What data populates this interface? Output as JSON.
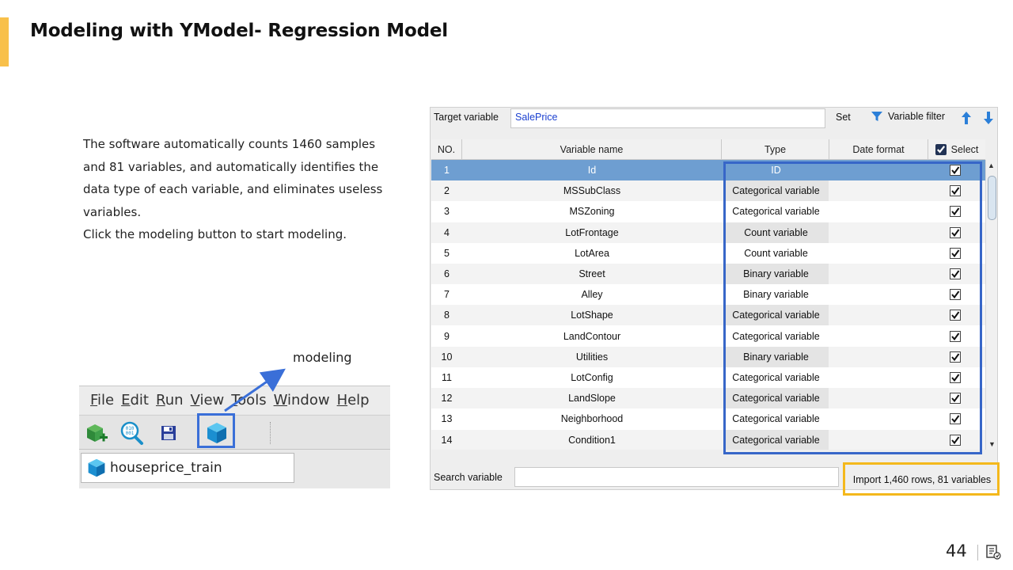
{
  "slide": {
    "title": "Modeling with YModel- Regression Model",
    "description_lines": [
      "The software automatically counts 1460 samples",
      "and 81 variables, and automatically identifies the",
      "data type of each variable, and eliminates useless",
      "variables.",
      "Click the modeling button to start modeling."
    ],
    "modeling_callout": "modeling",
    "page_number": "44",
    "accent_color": "#f8c04a",
    "highlight_blue": "#3766c8",
    "highlight_yellow": "#f4b81c"
  },
  "app": {
    "menu": [
      {
        "underline": "F",
        "rest": "ile"
      },
      {
        "underline": "E",
        "rest": "dit"
      },
      {
        "underline": "R",
        "rest": "un"
      },
      {
        "underline": "V",
        "rest": "iew"
      },
      {
        "underline": "T",
        "rest": "ools"
      },
      {
        "underline": "W",
        "rest": "indow"
      },
      {
        "underline": "H",
        "rest": "elp"
      }
    ],
    "toolbar_icons": [
      "new-model-icon",
      "search-data-icon",
      "save-icon",
      "modeling-cube-icon"
    ],
    "tab_label": "houseprice_train"
  },
  "dialog": {
    "target_label": "Target variable",
    "target_value": "SalePrice",
    "set_label": "Set",
    "filter_label": "Variable filter",
    "columns": [
      "NO.",
      "Variable name",
      "Type",
      "Date format",
      "Select"
    ],
    "rows": [
      {
        "no": "1",
        "name": "Id",
        "type": "ID",
        "checked": true,
        "selected": true
      },
      {
        "no": "2",
        "name": "MSSubClass",
        "type": "Categorical variable",
        "checked": true
      },
      {
        "no": "3",
        "name": "MSZoning",
        "type": "Categorical variable",
        "checked": true
      },
      {
        "no": "4",
        "name": "LotFrontage",
        "type": "Count variable",
        "checked": true
      },
      {
        "no": "5",
        "name": "LotArea",
        "type": "Count variable",
        "checked": true
      },
      {
        "no": "6",
        "name": "Street",
        "type": "Binary variable",
        "checked": true
      },
      {
        "no": "7",
        "name": "Alley",
        "type": "Binary variable",
        "checked": true
      },
      {
        "no": "8",
        "name": "LotShape",
        "type": "Categorical variable",
        "checked": true
      },
      {
        "no": "9",
        "name": "LandContour",
        "type": "Categorical variable",
        "checked": true
      },
      {
        "no": "10",
        "name": "Utilities",
        "type": "Binary variable",
        "checked": true
      },
      {
        "no": "11",
        "name": "LotConfig",
        "type": "Categorical variable",
        "checked": true
      },
      {
        "no": "12",
        "name": "LandSlope",
        "type": "Categorical variable",
        "checked": true
      },
      {
        "no": "13",
        "name": "Neighborhood",
        "type": "Categorical variable",
        "checked": true
      },
      {
        "no": "14",
        "name": "Condition1",
        "type": "Categorical variable",
        "checked": true
      }
    ],
    "search_label": "Search variable",
    "search_value": "",
    "import_status": "Import 1,460 rows, 81 variables"
  }
}
